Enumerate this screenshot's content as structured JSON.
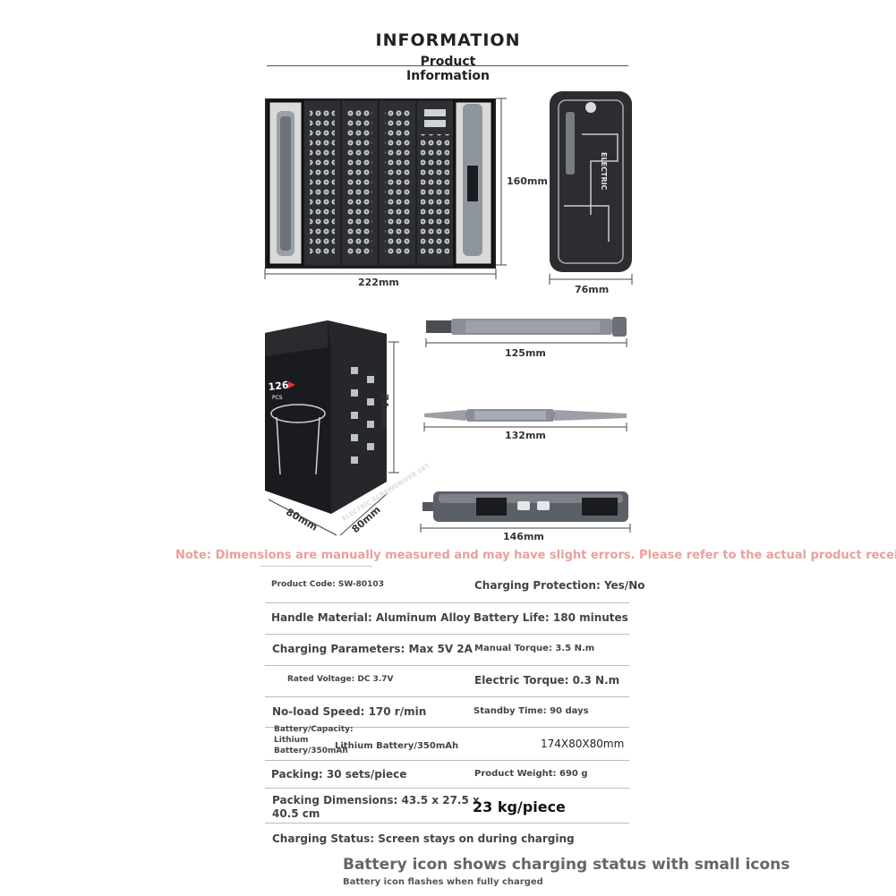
{
  "header": {
    "title": "INFORMATION",
    "subtitle_line1": "Product",
    "subtitle_line2": "Information"
  },
  "dimensions": {
    "case_height": "160mm",
    "case_width": "222mm",
    "case_depth": "76mm",
    "box_height": "74mm",
    "box_width": "80mm",
    "box_depth": "80mm",
    "handle_length": "125mm",
    "spudger_length": "132mm",
    "driver_length": "146mm"
  },
  "box_print": {
    "count": "126",
    "unit": "PCS",
    "product_name": "ELECTRIC SCREWDRIVER SET"
  },
  "note": "Note: Dimensions are manually measured and may have slight errors. Please refer to the actual product received.",
  "specs": {
    "product_code": "Product Code: SW-80103",
    "charging_protection": "Charging Protection: Yes/No",
    "handle_material": "Handle Material: Aluminum Alloy",
    "battery_life": "Battery Life: 180 minutes",
    "charging_parameters": "Charging Parameters: Max 5V 2A",
    "manual_torque": "Manual Torque: 3.5 N.m",
    "rated_voltage": "Rated Voltage: DC 3.7V",
    "electric_torque": "Electric Torque: 0.3 N.m",
    "noload_speed": "No-load Speed: 170 r/min",
    "standby_time": "Standby Time: 90 days",
    "battery_capacity_l1": "Battery/Capacity:",
    "battery_capacity_l2": "Lithium",
    "battery_capacity_l3": "Battery/350mAh",
    "battery_capacity_overlay": "Lithium Battery/350mAh",
    "overall_size": "174X80X80mm",
    "packing": "Packing: 30 sets/piece",
    "product_weight": "Product Weight: 690 g",
    "packing_dimensions_l1": "Packing Dimensions: 43.5 x 27.5 x",
    "packing_dimensions_l2": "40.5 cm",
    "carton_weight": "23 kg/piece",
    "charging_status": "Charging Status: Screen stays on during charging"
  },
  "footer": {
    "line1": "Battery icon shows charging status with small icons",
    "line2": "Battery icon flashes when fully charged"
  },
  "colors": {
    "note": "#e8a19a",
    "case_dark": "#2b2d31",
    "metal": "#8a8f96"
  }
}
